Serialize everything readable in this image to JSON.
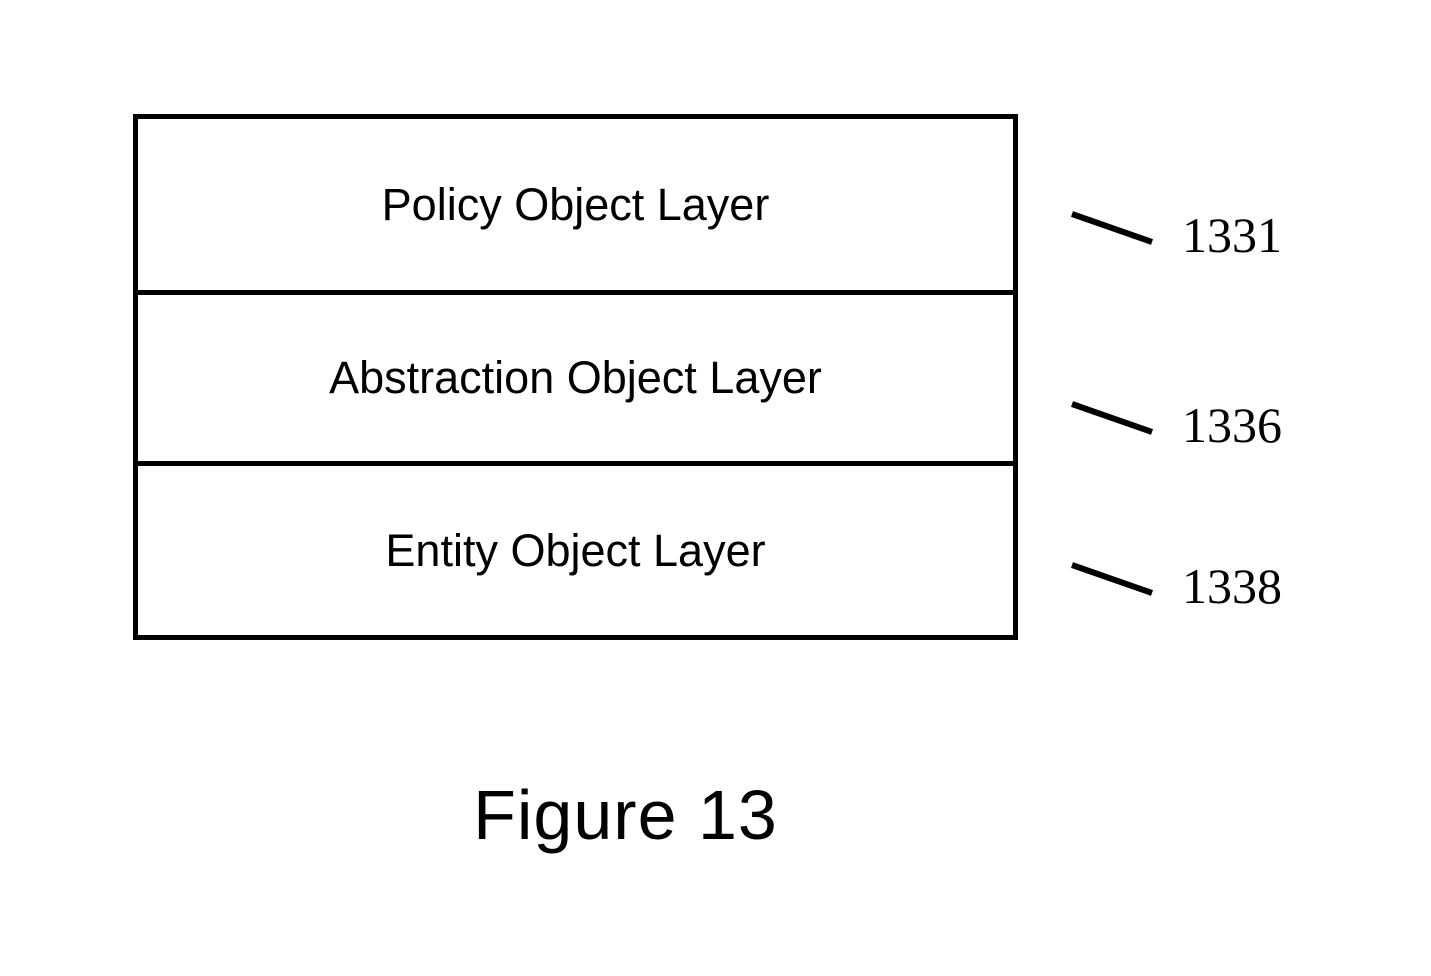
{
  "figure": {
    "caption": "Figure 13",
    "background_color": "#ffffff",
    "stroke_color": "#000000"
  },
  "diagram": {
    "type": "stacked-layer-block-diagram",
    "layers": [
      {
        "label": "Policy Object Layer",
        "reference_numeral": "1331",
        "order": 1
      },
      {
        "label": "Abstraction Object Layer",
        "reference_numeral": "1336",
        "order": 2
      },
      {
        "label": "Entity Object Layer",
        "reference_numeral": "1338",
        "order": 3
      }
    ]
  }
}
